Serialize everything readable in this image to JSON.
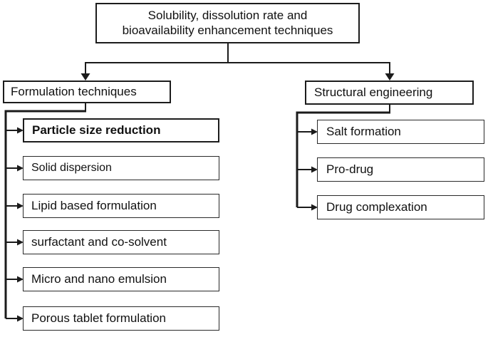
{
  "root": {
    "title_line1": "Solubility, dissolution rate and",
    "title_line2": "bioavailability enhancement techniques"
  },
  "left_branch": {
    "label": "Formulation techniques",
    "items": [
      "Particle size reduction",
      "Solid dispersion",
      "Lipid based formulation",
      "surfactant and co-solvent",
      "Micro and nano emulsion",
      "Porous tablet formulation"
    ]
  },
  "right_branch": {
    "label": "Structural engineering",
    "items": [
      "Salt formation",
      "Pro-drug",
      "Drug complexation"
    ]
  },
  "colors": {
    "line": "#1b1b1b",
    "border": "#2a2a2a",
    "background": "#ffffff",
    "text": "#111111"
  }
}
